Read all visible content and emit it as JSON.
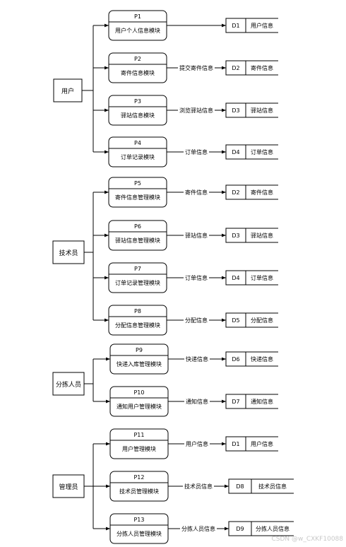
{
  "actors": [
    {
      "label": "用户"
    },
    {
      "label": "技术员"
    },
    {
      "label": "分拣人员"
    },
    {
      "label": "管理员"
    }
  ],
  "processes": [
    {
      "id": "P1",
      "label": "用户个人信息模块",
      "flow": "",
      "store_id": "D1",
      "store_label": "用户信息"
    },
    {
      "id": "P2",
      "label": "寄件信息模块",
      "flow": "提交寄件信息",
      "store_id": "D2",
      "store_label": "寄件信息"
    },
    {
      "id": "P3",
      "label": "驿站信息模块",
      "flow": "浏览驿站信息",
      "store_id": "D3",
      "store_label": "驿站信息"
    },
    {
      "id": "P4",
      "label": "订单记录模块",
      "flow": "订单信息",
      "store_id": "D4",
      "store_label": "订单信息"
    },
    {
      "id": "P5",
      "label": "寄件信息管理模块",
      "flow": "寄件信息",
      "store_id": "D2",
      "store_label": "寄件信息"
    },
    {
      "id": "P6",
      "label": "驿站信息管理模块",
      "flow": "驿站信息",
      "store_id": "D3",
      "store_label": "驿站信息"
    },
    {
      "id": "P7",
      "label": "订单记录管理模块",
      "flow": "订单信息",
      "store_id": "D4",
      "store_label": "订单信息"
    },
    {
      "id": "P8",
      "label": "分配信息管理模块",
      "flow": "分配信息",
      "store_id": "D5",
      "store_label": "分配信息"
    },
    {
      "id": "P9",
      "label": "快递入库管理模块",
      "flow": "快递信息",
      "store_id": "D6",
      "store_label": "快递信息"
    },
    {
      "id": "P10",
      "label": "通知用户管理模块",
      "flow": "通知信息",
      "store_id": "D7",
      "store_label": "通知信息"
    },
    {
      "id": "P11",
      "label": "用户管理模块",
      "flow": "用户信息",
      "store_id": "D1",
      "store_label": "用户信息"
    },
    {
      "id": "P12",
      "label": "技术员管理模块",
      "flow": "技术员信息",
      "store_id": "D8",
      "store_label": "技术员信息"
    },
    {
      "id": "P13",
      "label": "分拣人员管理模块",
      "flow": "分拣人员信息",
      "store_id": "D9",
      "store_label": "分拣人员信息"
    }
  ],
  "watermark": "CSDN @w_CXKF10088",
  "colors": {
    "stroke": "#000000",
    "background": "#ffffff",
    "watermark": "#c8c8c8"
  }
}
